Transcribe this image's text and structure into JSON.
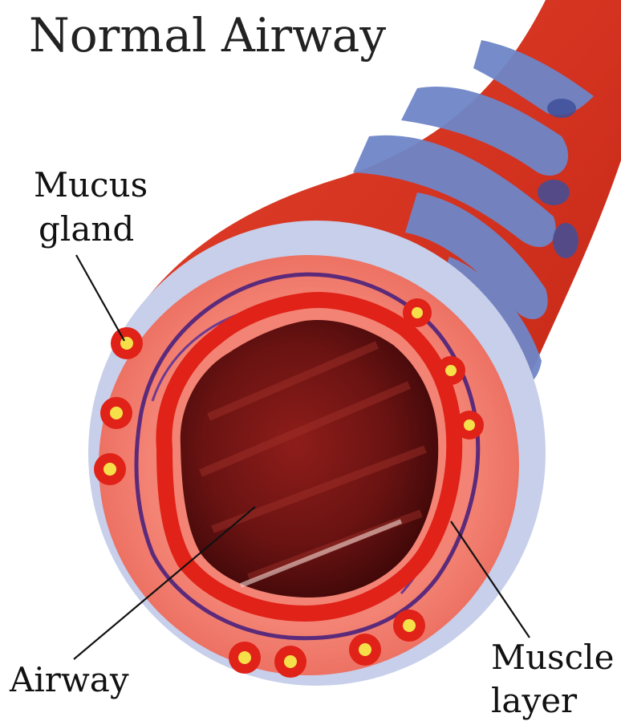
{
  "title": "Normal Airway",
  "labels": {
    "mucus_gland_line1": "Mucus",
    "mucus_gland_line2": "gland",
    "airway": "Airway",
    "muscle_layer_line1": "Muscle",
    "muscle_layer_line2": "layer"
  },
  "colors": {
    "tube_red": "#d8321f",
    "cartilage_blue": "#6f86c8",
    "outer_sheath": "#c7cfea",
    "wall_pink": "#f0786a",
    "mucosa_red": "#e02218",
    "lumen_dark": "#5e0f10",
    "muscle_purple": "#5b2a7a",
    "gland_yellow": "#f6e04a"
  }
}
